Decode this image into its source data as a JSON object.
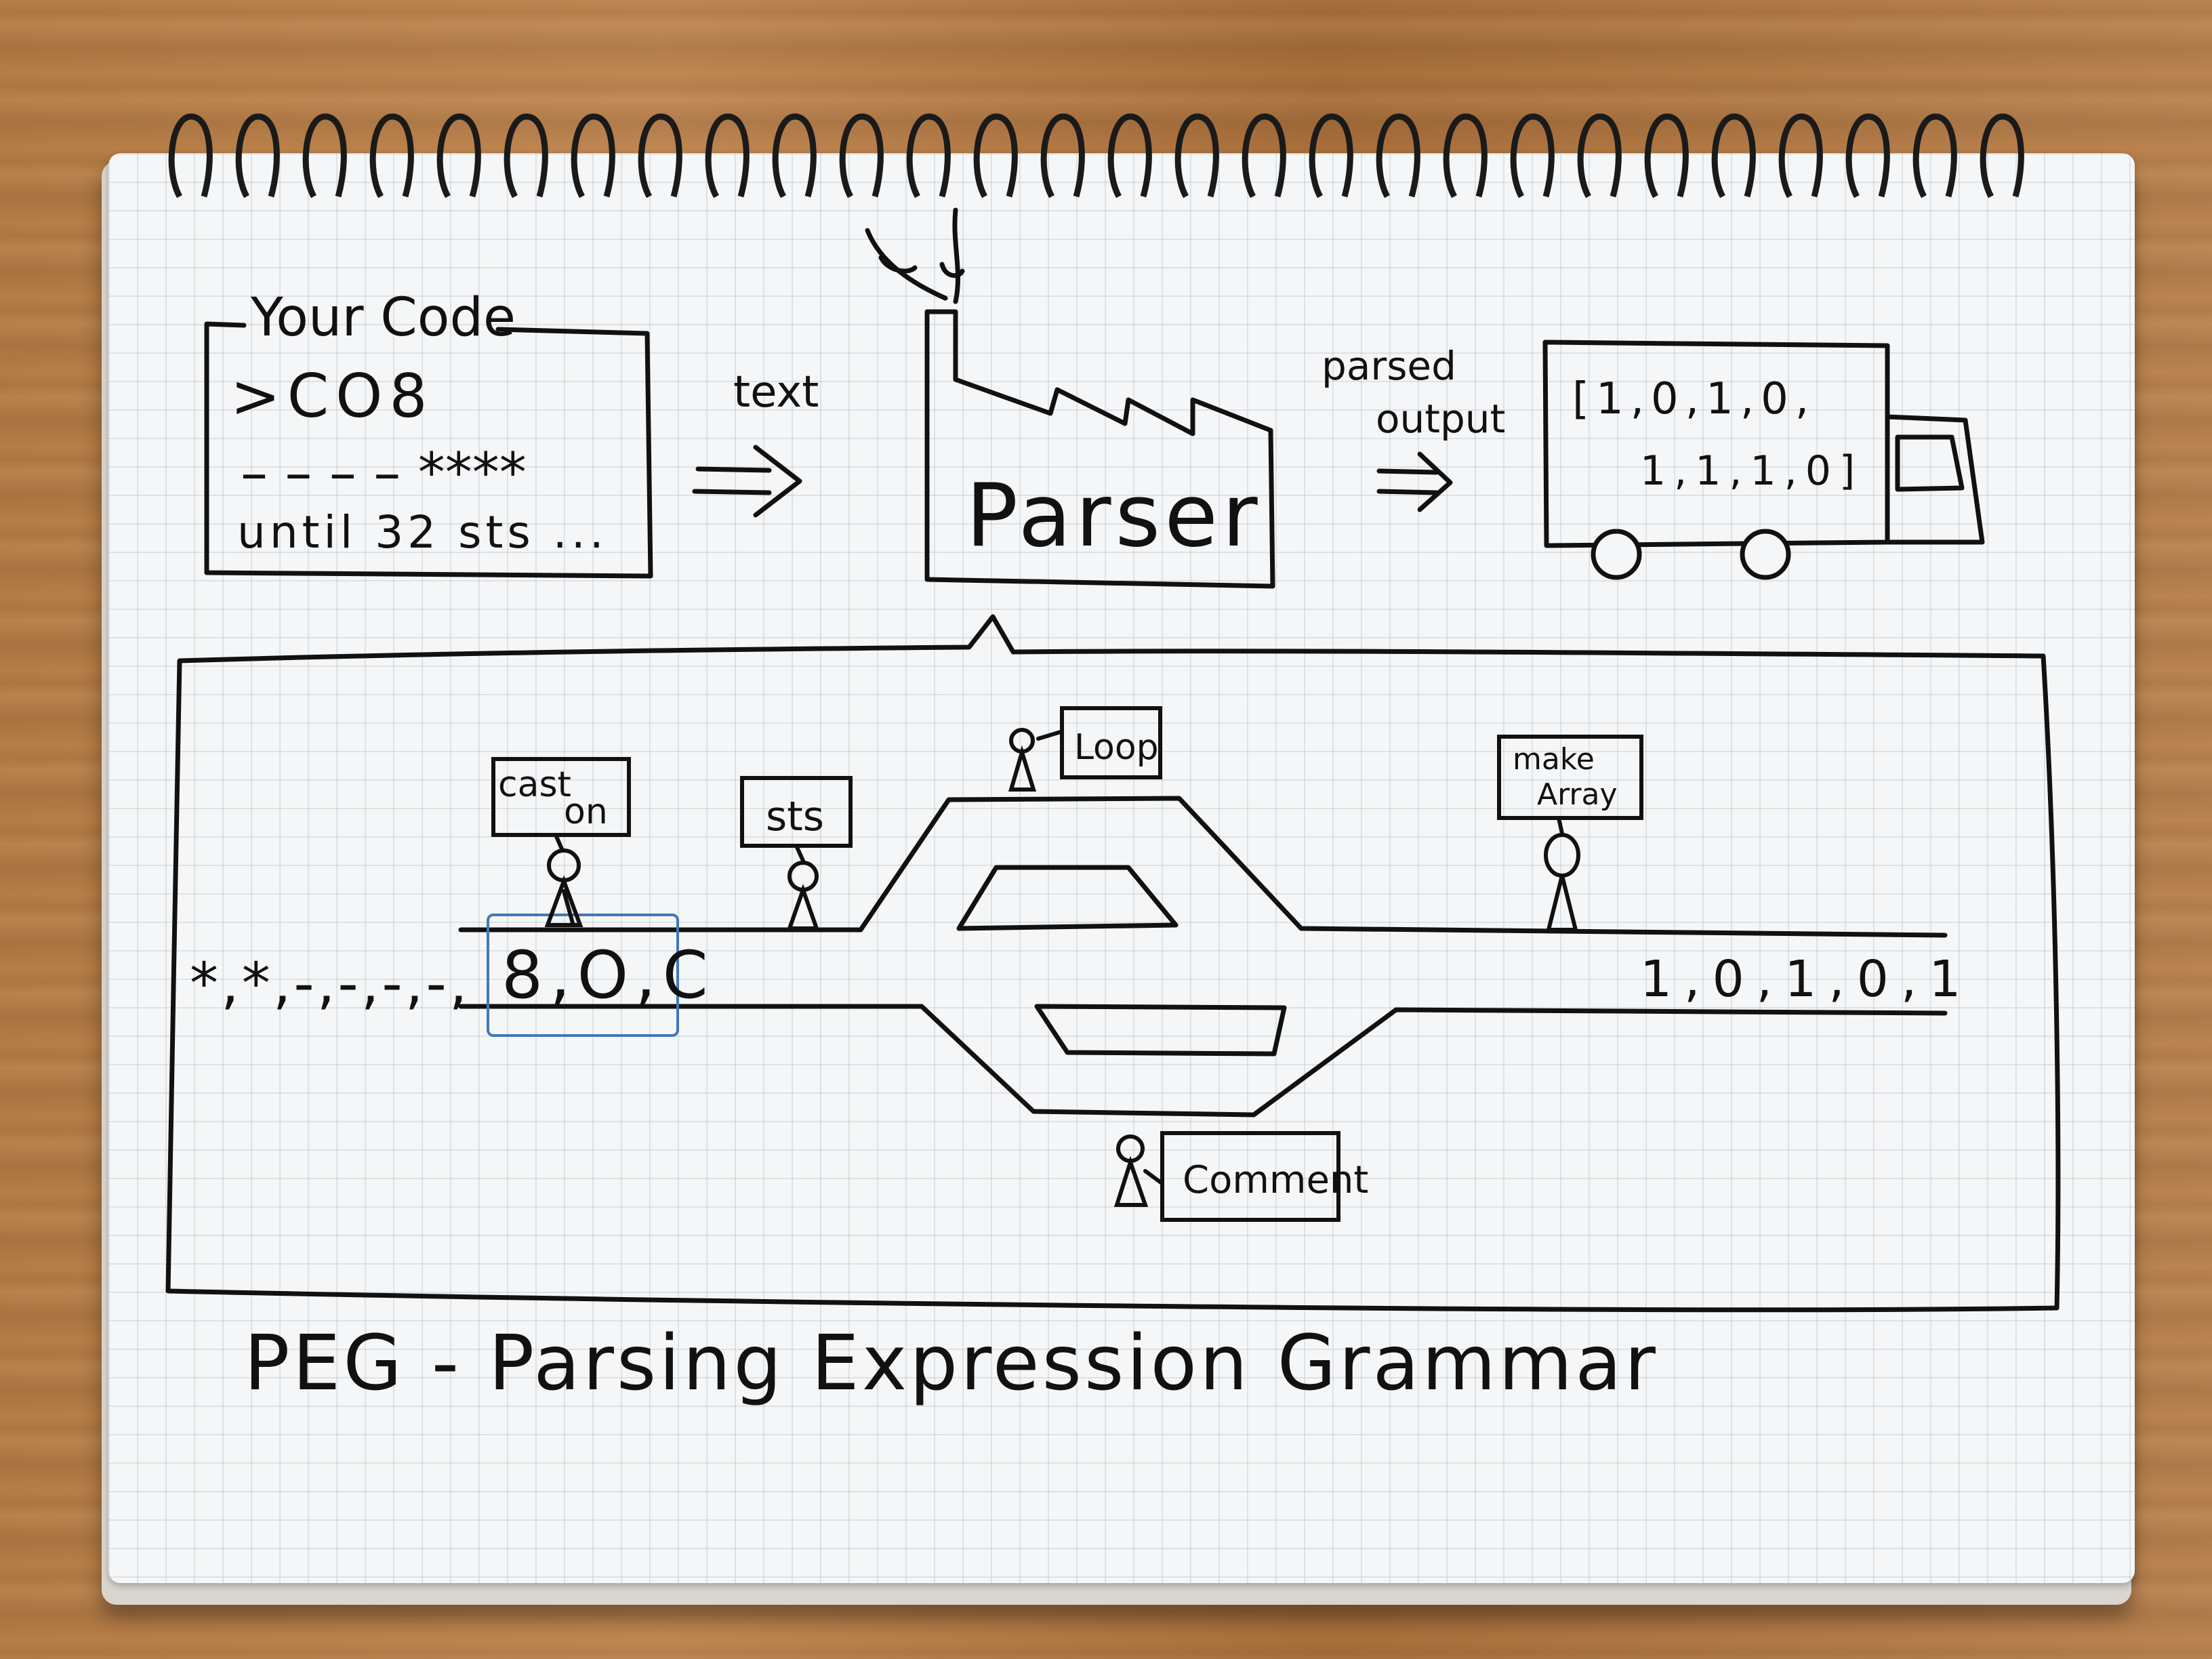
{
  "code_box": {
    "title": "Your Code",
    "lines": [
      ">CO8",
      "– – – – ****",
      "until 32 sts ..."
    ]
  },
  "arrow_text_label": "text",
  "factory_label": "Parser",
  "arrow_output_label": [
    "parsed",
    "output"
  ],
  "truck_output": [
    "[1,0,1,0,",
    "1,1,1,0]"
  ],
  "railway": {
    "input_stream": "*,*,-,-,-,-,",
    "input_highlight": "8,O,C",
    "output_stream": "1,0,1,0,1",
    "workers": [
      {
        "id": "cast-on",
        "label": [
          "cast",
          "on"
        ]
      },
      {
        "id": "sts",
        "label": [
          "sts"
        ]
      },
      {
        "id": "loop",
        "label": [
          "Loop"
        ]
      },
      {
        "id": "make-array",
        "label": [
          "make",
          "Array"
        ]
      },
      {
        "id": "comment",
        "label": [
          "Comment"
        ]
      }
    ]
  },
  "caption": "PEG - Parsing Expression Grammar",
  "colors": {
    "ink": "#111111",
    "highlight_box": "#3f79b8",
    "paper": "#f5f6f7",
    "grid": "#8a99a8",
    "wood": "#b67c45"
  }
}
